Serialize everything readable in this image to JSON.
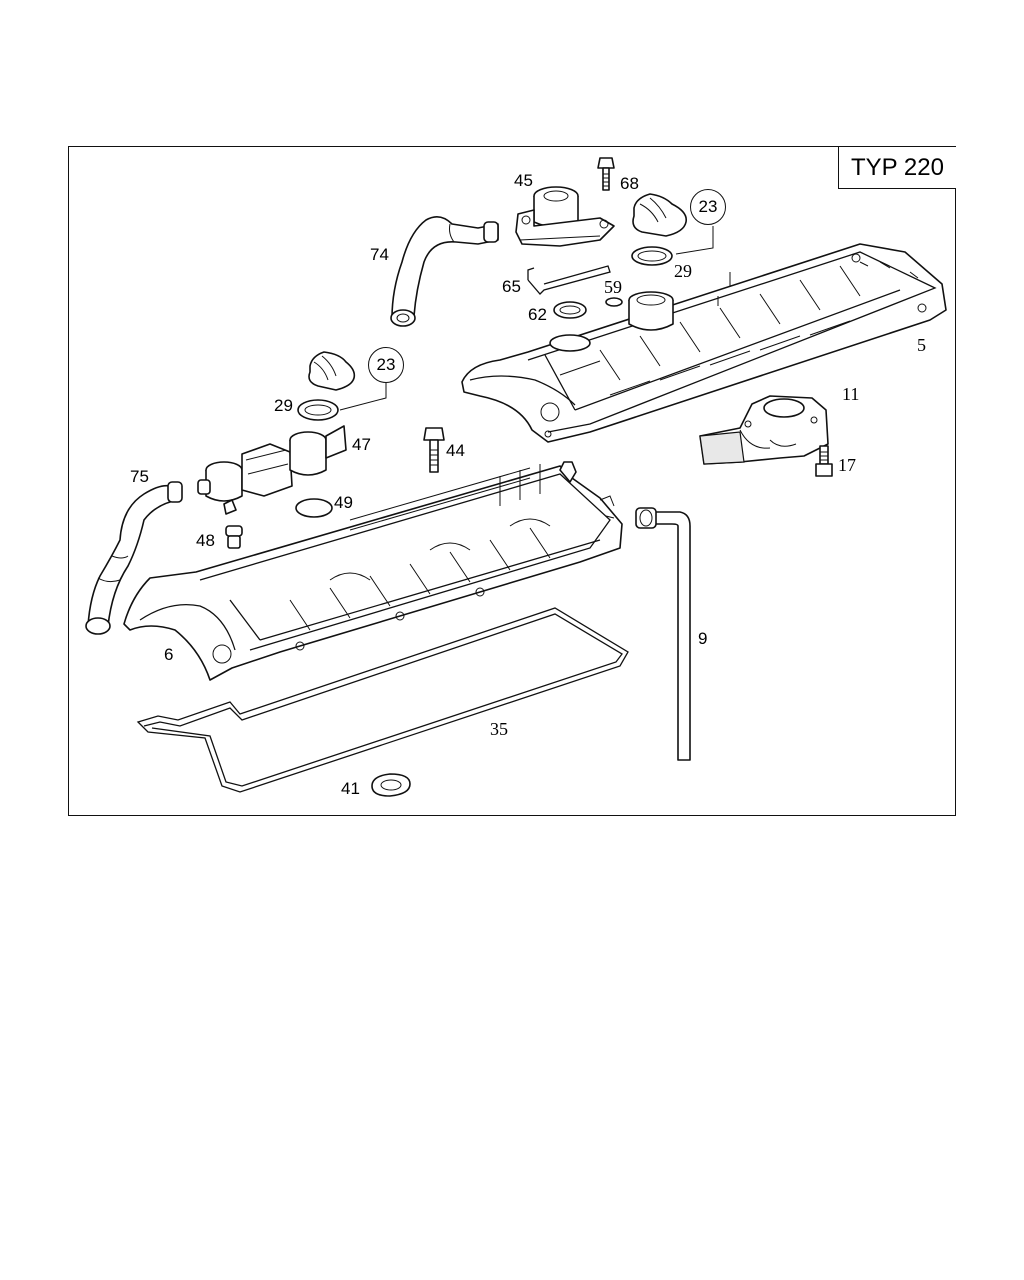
{
  "header": {
    "model_label": "TYP 220"
  },
  "callouts": {
    "p5": "5",
    "p6": "6",
    "p9": "9",
    "p11": "11",
    "p17": "17",
    "p23a": "23",
    "p23b": "23",
    "p29a": "29",
    "p29b": "29",
    "p35": "35",
    "p41": "41",
    "p44": "44",
    "p45": "45",
    "p47": "47",
    "p48": "48",
    "p49": "49",
    "p59": "59",
    "p62": "62",
    "p65": "65",
    "p68": "68",
    "p74": "74",
    "p75": "75"
  }
}
